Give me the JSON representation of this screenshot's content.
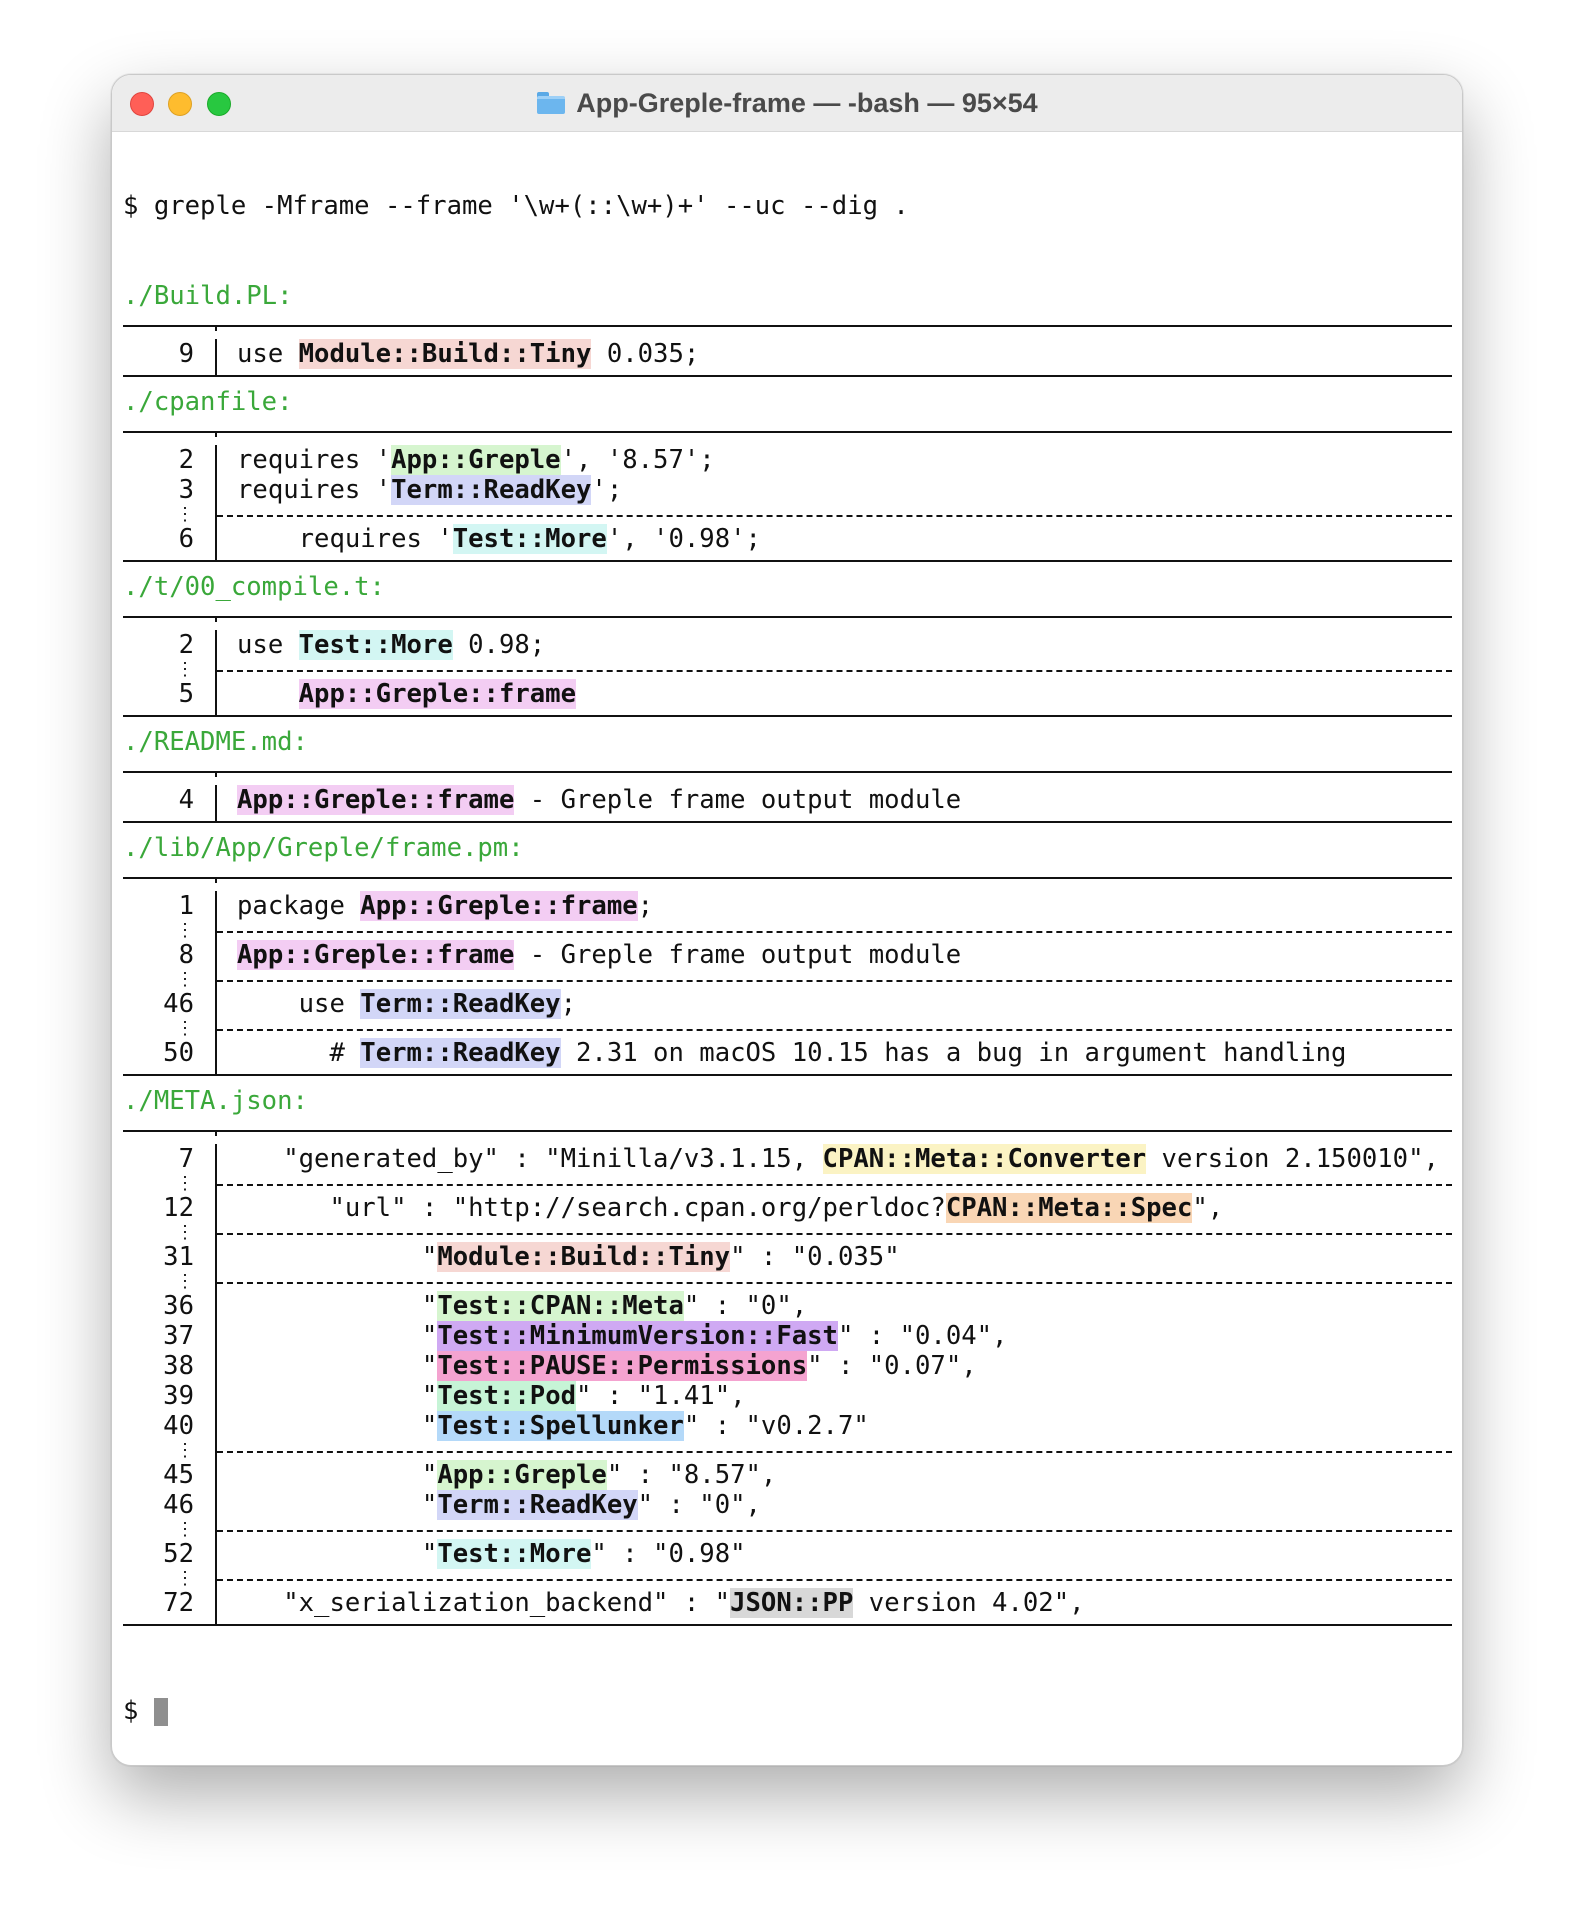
{
  "window": {
    "title": "App-Greple-frame — -bash — 95×54"
  },
  "command": "$ greple -Mframe --frame '\\w+(::\\w+)+' --uc --dig .",
  "prompt": "$ ",
  "files": [
    {
      "header": "./Build.PL:",
      "groups": [
        {
          "lines": [
            {
              "n": "9",
              "segs": [
                {
                  "t": "use "
                },
                {
                  "t": "Module::Build::Tiny",
                  "hl": "pink"
                },
                {
                  "t": " 0.035;"
                }
              ]
            }
          ]
        }
      ]
    },
    {
      "header": "./cpanfile:",
      "groups": [
        {
          "lines": [
            {
              "n": "2",
              "segs": [
                {
                  "t": "requires '"
                },
                {
                  "t": "App::Greple",
                  "hl": "green"
                },
                {
                  "t": "', '8.57';"
                }
              ]
            },
            {
              "n": "3",
              "segs": [
                {
                  "t": "requires '"
                },
                {
                  "t": "Term::ReadKey",
                  "hl": "lav"
                },
                {
                  "t": "';"
                }
              ]
            }
          ]
        },
        {
          "lines": [
            {
              "n": "6",
              "segs": [
                {
                  "t": "    requires '"
                },
                {
                  "t": "Test::More",
                  "hl": "cyan"
                },
                {
                  "t": "', '0.98';"
                }
              ]
            }
          ]
        }
      ]
    },
    {
      "header": "./t/00_compile.t:",
      "groups": [
        {
          "lines": [
            {
              "n": "2",
              "segs": [
                {
                  "t": "use "
                },
                {
                  "t": "Test::More",
                  "hl": "cyan"
                },
                {
                  "t": " 0.98;"
                }
              ]
            }
          ]
        },
        {
          "lines": [
            {
              "n": "5",
              "segs": [
                {
                  "t": "    "
                },
                {
                  "t": "App::Greple::frame",
                  "hl": "mag"
                }
              ]
            }
          ]
        }
      ]
    },
    {
      "header": "./README.md:",
      "groups": [
        {
          "lines": [
            {
              "n": "4",
              "segs": [
                {
                  "t": "App::Greple::frame",
                  "hl": "mag"
                },
                {
                  "t": " - Greple frame output module"
                }
              ]
            }
          ]
        }
      ]
    },
    {
      "header": "./lib/App/Greple/frame.pm:",
      "groups": [
        {
          "lines": [
            {
              "n": "1",
              "segs": [
                {
                  "t": "package "
                },
                {
                  "t": "App::Greple::frame",
                  "hl": "mag"
                },
                {
                  "t": ";"
                }
              ]
            }
          ]
        },
        {
          "lines": [
            {
              "n": "8",
              "segs": [
                {
                  "t": "App::Greple::frame",
                  "hl": "mag"
                },
                {
                  "t": " - Greple frame output module"
                }
              ]
            }
          ]
        },
        {
          "lines": [
            {
              "n": "46",
              "segs": [
                {
                  "t": "    use "
                },
                {
                  "t": "Term::ReadKey",
                  "hl": "lav"
                },
                {
                  "t": ";"
                }
              ]
            }
          ]
        },
        {
          "lines": [
            {
              "n": "50",
              "segs": [
                {
                  "t": "      # "
                },
                {
                  "t": "Term::ReadKey",
                  "hl": "lav"
                },
                {
                  "t": " 2.31 on macOS 10.15 has a bug in argument handling"
                }
              ]
            }
          ]
        }
      ]
    },
    {
      "header": "./META.json:",
      "groups": [
        {
          "lines": [
            {
              "n": "7",
              "segs": [
                {
                  "t": "   \"generated_by\" : \"Minilla/v3.1.15, "
                },
                {
                  "t": "CPAN::Meta::Converter",
                  "hl": "yel"
                },
                {
                  "t": " version 2.150010\","
                }
              ]
            }
          ]
        },
        {
          "lines": [
            {
              "n": "12",
              "segs": [
                {
                  "t": "      \"url\" : \"http://search.cpan.org/perldoc?"
                },
                {
                  "t": "CPAN::Meta::Spec",
                  "hl": "peach"
                },
                {
                  "t": "\","
                }
              ]
            }
          ]
        },
        {
          "lines": [
            {
              "n": "31",
              "segs": [
                {
                  "t": "            \""
                },
                {
                  "t": "Module::Build::Tiny",
                  "hl": "pink"
                },
                {
                  "t": "\" : \"0.035\""
                }
              ]
            }
          ]
        },
        {
          "lines": [
            {
              "n": "36",
              "segs": [
                {
                  "t": "            \""
                },
                {
                  "t": "Test::CPAN::Meta",
                  "hl": "green"
                },
                {
                  "t": "\" : \"0\","
                }
              ]
            },
            {
              "n": "37",
              "segs": [
                {
                  "t": "            \""
                },
                {
                  "t": "Test::MinimumVersion::Fast",
                  "hl": "purp"
                },
                {
                  "t": "\" : \"0.04\","
                }
              ]
            },
            {
              "n": "38",
              "segs": [
                {
                  "t": "            \""
                },
                {
                  "t": "Test::PAUSE::Permissions",
                  "hl": "rose"
                },
                {
                  "t": "\" : \"0.07\","
                }
              ]
            },
            {
              "n": "39",
              "segs": [
                {
                  "t": "            \""
                },
                {
                  "t": "Test::Pod",
                  "hl": "mint"
                },
                {
                  "t": "\" : \"1.41\","
                }
              ]
            },
            {
              "n": "40",
              "segs": [
                {
                  "t": "            \""
                },
                {
                  "t": "Test::Spellunker",
                  "hl": "blue"
                },
                {
                  "t": "\" : \"v0.2.7\""
                }
              ]
            }
          ]
        },
        {
          "lines": [
            {
              "n": "45",
              "segs": [
                {
                  "t": "            \""
                },
                {
                  "t": "App::Greple",
                  "hl": "green"
                },
                {
                  "t": "\" : \"8.57\","
                }
              ]
            },
            {
              "n": "46",
              "segs": [
                {
                  "t": "            \""
                },
                {
                  "t": "Term::ReadKey",
                  "hl": "lav"
                },
                {
                  "t": "\" : \"0\","
                }
              ]
            }
          ]
        },
        {
          "lines": [
            {
              "n": "52",
              "segs": [
                {
                  "t": "            \""
                },
                {
                  "t": "Test::More",
                  "hl": "cyan"
                },
                {
                  "t": "\" : \"0.98\""
                }
              ]
            }
          ]
        },
        {
          "lines": [
            {
              "n": "72",
              "segs": [
                {
                  "t": "   \"x_serialization_backend\" : \""
                },
                {
                  "t": "JSON::PP",
                  "hl": "gray"
                },
                {
                  "t": " version 4.02\","
                }
              ]
            }
          ]
        }
      ]
    }
  ],
  "dots_glyph": "⋮"
}
